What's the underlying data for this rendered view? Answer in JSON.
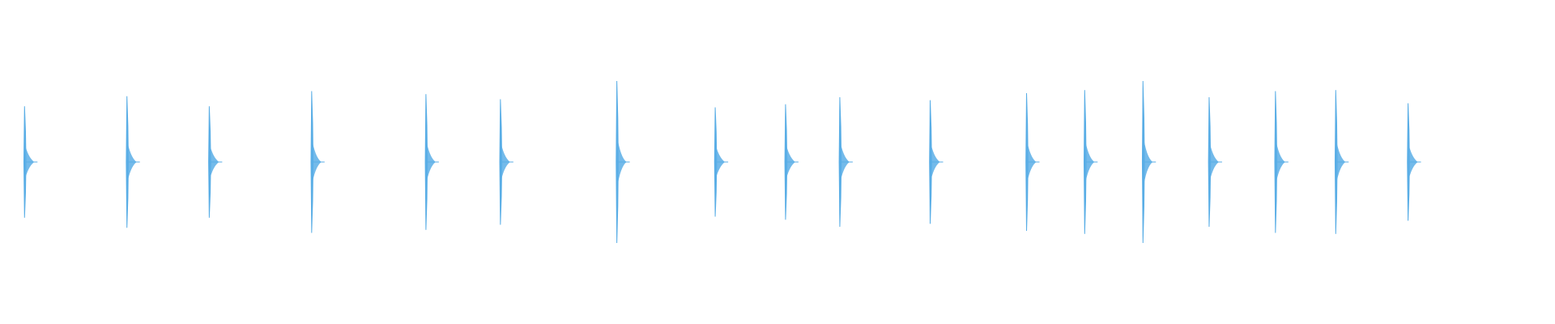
{
  "waveform": {
    "color": "#5aaee6",
    "baseline": "center",
    "clicks": [
      {
        "time": 0.0117,
        "amp_up": 0.688,
        "amp_down": 0.688
      },
      {
        "time": 0.0781,
        "amp_up": 0.812,
        "amp_down": 0.812
      },
      {
        "time": 0.1315,
        "amp_up": 0.688,
        "amp_down": 0.688
      },
      {
        "time": 0.1979,
        "amp_up": 0.875,
        "amp_down": 0.875
      },
      {
        "time": 0.272,
        "amp_up": 0.838,
        "amp_down": 0.838
      },
      {
        "time": 0.3203,
        "amp_up": 0.775,
        "amp_down": 0.775
      },
      {
        "time": 0.3958,
        "amp_up": 1.0,
        "amp_down": 1.0
      },
      {
        "time": 0.4596,
        "amp_up": 0.675,
        "amp_down": 0.675
      },
      {
        "time": 0.5052,
        "amp_up": 0.713,
        "amp_down": 0.713
      },
      {
        "time": 0.5404,
        "amp_up": 0.8,
        "amp_down": 0.8
      },
      {
        "time": 0.599,
        "amp_up": 0.763,
        "amp_down": 0.763
      },
      {
        "time": 0.6615,
        "amp_up": 0.85,
        "amp_down": 0.85
      },
      {
        "time": 0.6992,
        "amp_up": 0.888,
        "amp_down": 0.888
      },
      {
        "time": 0.737,
        "amp_up": 1.0,
        "amp_down": 1.0
      },
      {
        "time": 0.7799,
        "amp_up": 0.8,
        "amp_down": 0.8
      },
      {
        "time": 0.8229,
        "amp_up": 0.875,
        "amp_down": 0.875
      },
      {
        "time": 0.862,
        "amp_up": 0.888,
        "amp_down": 0.888
      },
      {
        "time": 0.9089,
        "amp_up": 0.725,
        "amp_down": 0.725
      }
    ]
  }
}
